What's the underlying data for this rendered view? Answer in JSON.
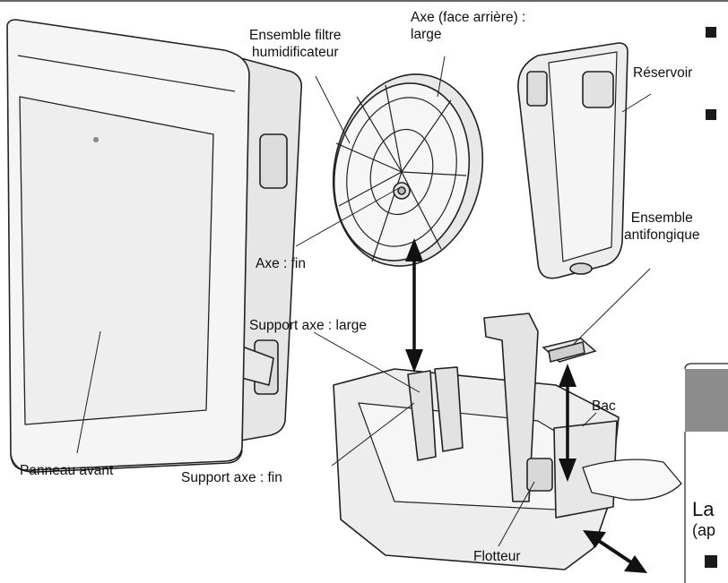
{
  "labels": {
    "front_panel": "Panneau avant",
    "filter_assembly": "Ensemble filtre\nhumidificateur",
    "axis_rear": "Axe (face arrière) :\nlarge",
    "axis_thin": "Axe : fin",
    "tank": "Réservoir",
    "antifungal_assembly": "Ensemble\nantifongique",
    "axis_support_wide": "Support axe : large",
    "axis_support_thin": "Support axe : fin",
    "tray": "Bac",
    "float": "Flotteur"
  },
  "side_panel": {
    "text_line1": "La",
    "text_line2": "(ap"
  },
  "colors": {
    "line": "#222222",
    "body_fill": "#f1f1f1",
    "panel_fill": "#e9e9e9",
    "header_gray": "#8c8c8c",
    "bullet": "#1a1a1a"
  }
}
